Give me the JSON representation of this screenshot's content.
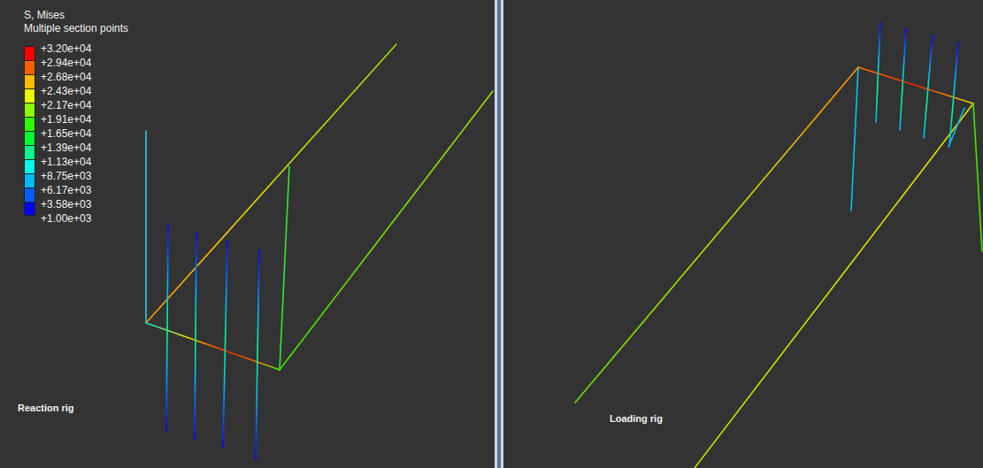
{
  "diagram": {
    "labels": [
      "S, Mises",
      "Multiple section points",
      "+1.00e+03",
      "Reaction rig",
      "Loading rig"
    ],
    "legend": [
      {
        "text": "+3.20e+04",
        "color": "#FF0000"
      },
      {
        "text": "+2.94e+04",
        "color": "#FF5D00"
      },
      {
        "text": "+2.68e+04",
        "color": "#FFB900"
      },
      {
        "text": "+2.43e+04",
        "color": "#E8FF00"
      },
      {
        "text": "+2.17e+04",
        "color": "#8BFF00"
      },
      {
        "text": "+1.91e+04",
        "color": "#2EFF00"
      },
      {
        "text": "+1.65e+04",
        "color": "#00FF2E"
      },
      {
        "text": "+1.39e+04",
        "color": "#00FF8B"
      },
      {
        "text": "+1.13e+04",
        "color": "#00FFE8"
      },
      {
        "text": "+8.75e+03",
        "color": "#00B9FF"
      },
      {
        "text": "+6.17e+03",
        "color": "#005DFF"
      },
      {
        "text": "+3.58e+03",
        "color": "#0000FF"
      }
    ]
  }
}
